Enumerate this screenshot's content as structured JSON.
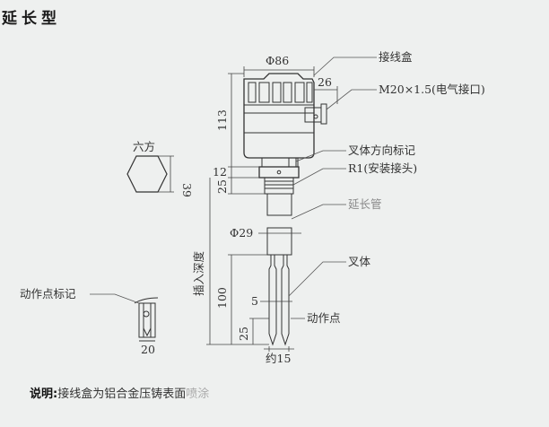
{
  "title": "延长型",
  "note": {
    "prefix": "说明:",
    "text": "接线盒为铝合金压铸表面",
    "faded_tail": "喷涂"
  },
  "callouts": {
    "junction_box": "接线盒",
    "electrical_port": "M20×1.5(电气接口)",
    "fork_direction_mark": "叉体方向标记",
    "mount_thread": "R1(安装接头)",
    "extension_tube": "延长管",
    "fork": "叉体",
    "switch_point": "动作点",
    "switch_point_mark": "动作点标记",
    "hex_label": "六方",
    "insertion_depth": "插入深度"
  },
  "dimensions": {
    "housing_diameter": "Φ86",
    "port_offset": "26",
    "housing_height": "113",
    "hex_height": "12",
    "thread_length": "25",
    "hex_width": "39",
    "tube_diameter": "Φ29",
    "fork_length": "100",
    "fork_gap": "5",
    "switch_point_height": "25",
    "fork_span": "约15",
    "tip_width": "20"
  }
}
